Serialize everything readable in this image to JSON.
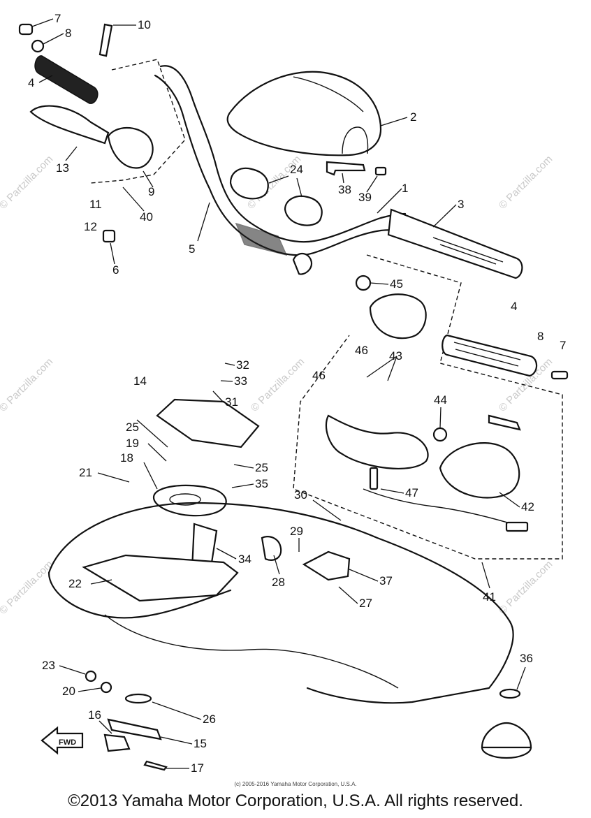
{
  "watermark": "© Partzilla.com",
  "footer": {
    "small_notice": "(c) 2005-2016 Yamaha Motor Corporation, U.S.A.",
    "main_notice": "©2013 Yamaha Motor Corporation, U.S.A. All rights reserved."
  },
  "direction_tag": "FWD",
  "callouts": {
    "c1": "1",
    "c2": "2",
    "c3": "3",
    "c4a": "4",
    "c4b": "4",
    "c5": "5",
    "c6": "6",
    "c7a": "7",
    "c7b": "7",
    "c8a": "8",
    "c8b": "8",
    "c9": "9",
    "c10": "10",
    "c11": "11",
    "c12": "12",
    "c13": "13",
    "c14": "14",
    "c15": "15",
    "c16": "16",
    "c17": "17",
    "c18": "18",
    "c19": "19",
    "c20": "20",
    "c21": "21",
    "c22": "22",
    "c23": "23",
    "c24": "24",
    "c25a": "25",
    "c25b": "25",
    "c26": "26",
    "c27": "27",
    "c28": "28",
    "c29": "29",
    "c30": "30",
    "c31": "31",
    "c32": "32",
    "c33": "33",
    "c34": "34",
    "c35": "35",
    "c36": "36",
    "c37": "37",
    "c38": "38",
    "c39": "39",
    "c40": "40",
    "c41": "41",
    "c42": "42",
    "c43": "43",
    "c44": "44",
    "c45": "45",
    "c46a": "46",
    "c46b": "46",
    "c47": "47"
  }
}
